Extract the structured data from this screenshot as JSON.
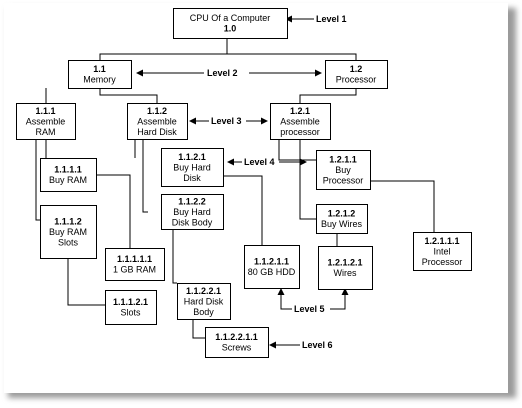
{
  "nodes": [
    {
      "id": "n1",
      "lines": [
        "CPU Of a Computer",
        "1.0"
      ],
      "bold": [
        1
      ]
    },
    {
      "id": "n11",
      "lines": [
        "1.1",
        "Memory"
      ],
      "bold": [
        0
      ]
    },
    {
      "id": "n12",
      "lines": [
        "1.2",
        "Processor"
      ],
      "bold": [
        0
      ]
    },
    {
      "id": "n111",
      "lines": [
        "1.1.1",
        "Assemble",
        "RAM"
      ],
      "bold": [
        0
      ]
    },
    {
      "id": "n112",
      "lines": [
        "1.1.2",
        "Assemble",
        "Hard Disk"
      ],
      "bold": [
        0
      ]
    },
    {
      "id": "n121",
      "lines": [
        "1.2.1",
        "Assemble",
        "processor"
      ],
      "bold": [
        0
      ]
    },
    {
      "id": "n1111",
      "lines": [
        "1.1.1.1",
        "Buy RAM"
      ],
      "bold": [
        0
      ]
    },
    {
      "id": "n1112",
      "lines": [
        "1.1.1.2",
        "Buy RAM",
        "Slots"
      ],
      "bold": [
        0
      ]
    },
    {
      "id": "n1121",
      "lines": [
        "1.1.2.1",
        "Buy Hard",
        "Disk"
      ],
      "bold": [
        0
      ]
    },
    {
      "id": "n1122",
      "lines": [
        "1.1.2.2",
        "Buy Hard",
        "Disk Body"
      ],
      "bold": [
        0
      ]
    },
    {
      "id": "n1211",
      "lines": [
        "1.2.1.1",
        "Buy",
        "Processor"
      ],
      "bold": [
        0
      ]
    },
    {
      "id": "n1212",
      "lines": [
        "1.2.1.2",
        "Buy Wires"
      ],
      "bold": [
        0
      ]
    },
    {
      "id": "n111111",
      "lines": [
        "1.1.1.1.1",
        "1 GB RAM"
      ],
      "bold": [
        0
      ]
    },
    {
      "id": "n11121",
      "lines": [
        "1.1.1.2.1",
        "Slots"
      ],
      "bold": [
        0
      ]
    },
    {
      "id": "n11211",
      "lines": [
        "1.1.2.1.1",
        "80 GB HDD"
      ],
      "bold": [
        0
      ]
    },
    {
      "id": "n11221",
      "lines": [
        "1.1.2.2.1",
        "Hard Disk",
        "Body"
      ],
      "bold": [
        0
      ]
    },
    {
      "id": "n112211",
      "lines": [
        "1.1.2.2.1.1",
        "Screws"
      ],
      "bold": [
        0
      ]
    },
    {
      "id": "n12121",
      "lines": [
        "1.2.1.2.1",
        "Wires"
      ],
      "bold": [
        0
      ]
    },
    {
      "id": "n12111",
      "lines": [
        "1.2.1.1.1",
        "Intel",
        "Processor"
      ],
      "bold": [
        0
      ]
    }
  ],
  "levels": {
    "l1": "Level 1",
    "l2": "Level 2",
    "l3": "Level 3",
    "l4": "Level 4",
    "l5": "Level 5",
    "l6": "Level 6"
  }
}
